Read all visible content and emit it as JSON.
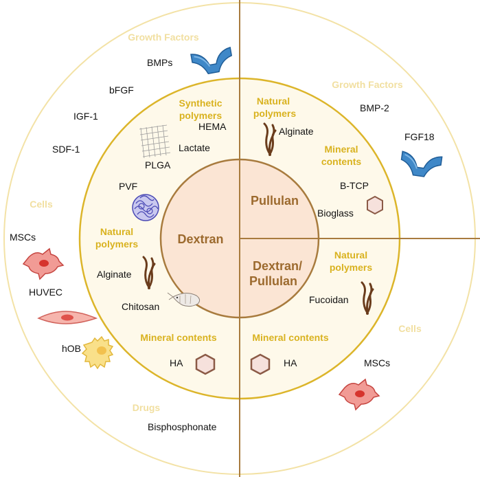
{
  "colors": {
    "outer_ring": "#f3e2a6",
    "middle_fill": "#fef9ea",
    "middle_stroke": "#dcb52a",
    "core_fill": "#fbe5d4",
    "core_stroke": "#a87b3e",
    "divider": "#a87b3e",
    "heading": "#d9b21f",
    "heading_pale": "#f1dfa0",
    "core_text": "#9c6a2e"
  },
  "core": {
    "dextran": "Dextran",
    "pullulan": "Pullulan",
    "dextran_pullulan_line1": "Dextran/",
    "dextran_pullulan_line2": "Pullulan"
  },
  "dextran_outer": {
    "growth_factors": {
      "heading": "Growth Factors",
      "items": [
        "BMPs",
        "bFGF",
        "IGF-1",
        "SDF-1"
      ]
    },
    "cells": {
      "heading": "Cells",
      "items": [
        "MSCs",
        "HUVEC",
        "hOB"
      ]
    },
    "drugs": {
      "heading": "Drugs",
      "items": [
        "Bisphosphonate"
      ]
    }
  },
  "dextran_middle": {
    "synthetic_polymers": {
      "heading_line1": "Synthetic",
      "heading_line2": "polymers",
      "items": [
        "HEMA",
        "Lactate",
        "PLGA",
        "PVF"
      ]
    },
    "natural_polymers": {
      "heading_line1": "Natural",
      "heading_line2": "polymers",
      "items": [
        "Alginate",
        "Chitosan"
      ]
    },
    "mineral_contents": {
      "heading": "Mineral contents",
      "items": [
        "HA"
      ]
    }
  },
  "pullulan_middle": {
    "natural_polymers": {
      "heading_line1": "Natural",
      "heading_line2": "polymers",
      "items": [
        "Alginate"
      ]
    },
    "mineral_contents": {
      "heading_line1": "Mineral",
      "heading_line2": "contents",
      "items": [
        "B-TCP",
        "Bioglass"
      ]
    }
  },
  "pullulan_outer": {
    "growth_factors": {
      "heading": "Growth Factors",
      "items": [
        "BMP-2",
        "FGF18"
      ]
    }
  },
  "dp_middle": {
    "natural_polymers": {
      "heading_line1": "Natural",
      "heading_line2": "polymers",
      "items": [
        "Fucoidan"
      ]
    },
    "mineral_contents": {
      "heading": "Mineral contents",
      "items": [
        "HA"
      ]
    }
  },
  "dp_outer": {
    "cells": {
      "heading": "Cells",
      "items": [
        "MSCs"
      ]
    }
  }
}
